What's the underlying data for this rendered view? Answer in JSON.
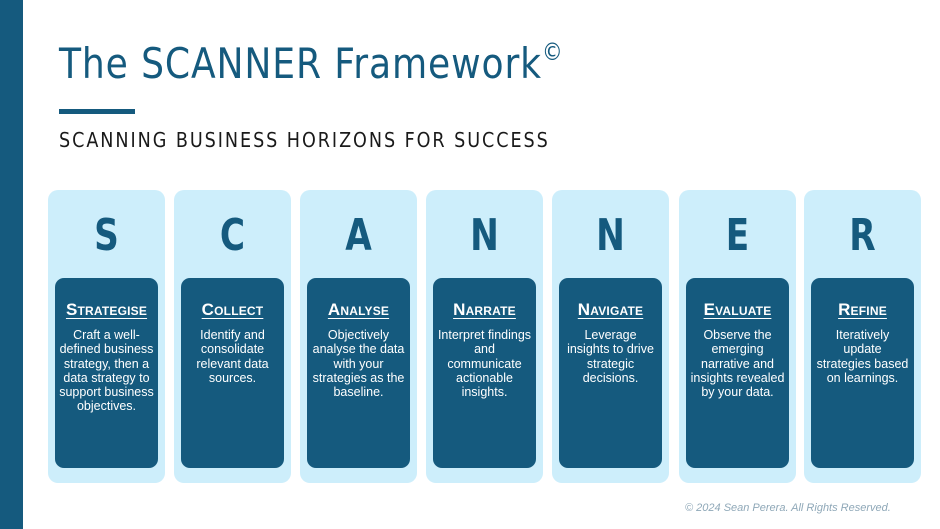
{
  "title": "The SCANNER Framework",
  "title_mark": "©",
  "subtitle": "SCANNING BUSINESS HORIZONS FOR SUCCESS",
  "columns": [
    {
      "letter": "S",
      "heading": "Strategise",
      "text": "Craft a well-defined business strategy, then a data strategy to support business objectives."
    },
    {
      "letter": "C",
      "heading": "Collect",
      "text": "Identify and consolidate relevant data sources."
    },
    {
      "letter": "A",
      "heading": "Analyse",
      "text": "Objectively analyse the data with your strategies as the baseline."
    },
    {
      "letter": "N",
      "heading": "Narrate",
      "text": "Interpret findings and communicate actionable insights."
    },
    {
      "letter": "N",
      "heading": "Navigate",
      "text": "Leverage insights to drive strategic decisions."
    },
    {
      "letter": "E",
      "heading": "Evaluate",
      "text": "Observe the emerging narrative and insights revealed by your data."
    },
    {
      "letter": "R",
      "heading": "Refine",
      "text": "Iteratively update strategies based on learnings."
    }
  ],
  "footer": "© 2024 Sean Perera. All Rights Reserved.",
  "colors": {
    "primary": "#155a7e",
    "light": "#cdeefb"
  }
}
